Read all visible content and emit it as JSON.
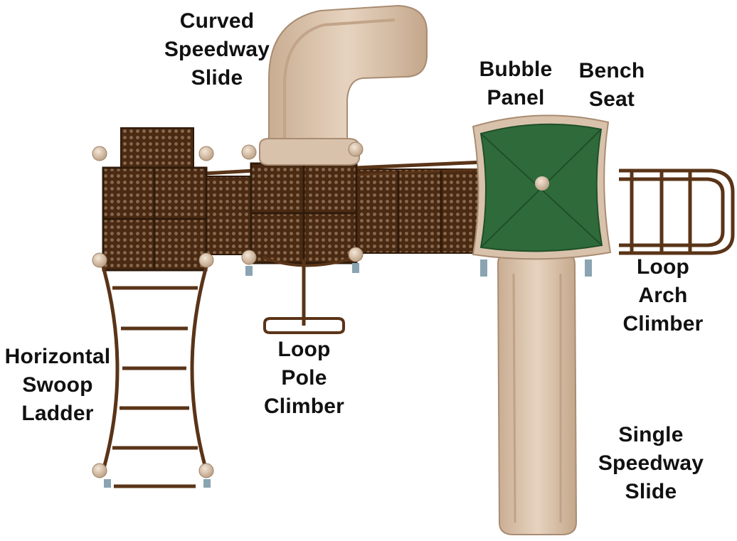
{
  "colors": {
    "deck_brown": "#4a2a12",
    "deck_dark": "#2e1a0b",
    "rail_brown": "#5a3418",
    "tan": "#d6bda3",
    "tan_dark": "#b89b80",
    "tan_light": "#e8d6c2",
    "roof_green": "#2f6b3a",
    "roof_green_dark": "#1f4f2a",
    "post_blue": "#8aa4b2",
    "label": "#111111"
  },
  "icons": {
    "slide": "curved-slide-icon",
    "roof": "bubble-roof-icon"
  },
  "labels": {
    "curved_slide": [
      "Curved",
      "Speedway",
      "Slide"
    ],
    "bubble_panel": [
      "Bubble",
      "Panel"
    ],
    "bench_seat": [
      "Bench",
      "Seat"
    ],
    "loop_arch": [
      "Loop",
      "Arch",
      "Climber"
    ],
    "horizontal_ladder": [
      "Horizontal",
      "Swoop",
      "Ladder"
    ],
    "loop_pole": [
      "Loop",
      "Pole",
      "Climber"
    ],
    "single_slide": [
      "Single",
      "Speedway",
      "Slide"
    ]
  }
}
